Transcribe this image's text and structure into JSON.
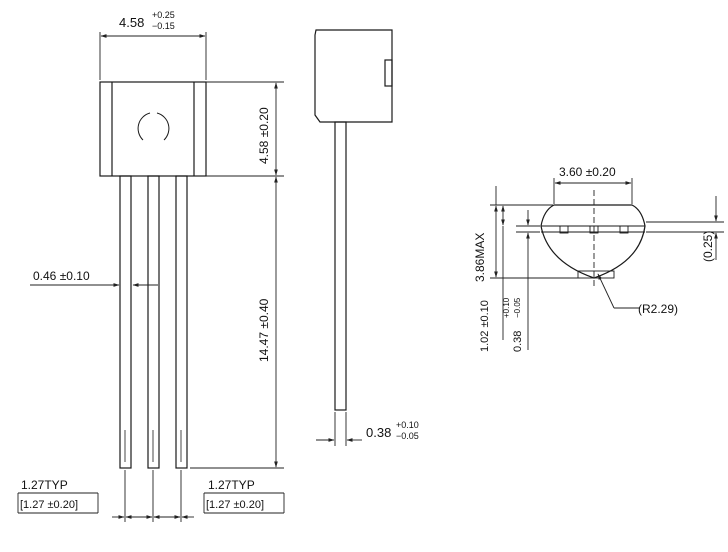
{
  "drawing": {
    "colors": {
      "line": "#1a1a1a",
      "dim": "#222222",
      "background": "#ffffff"
    },
    "front_view": {
      "body_width": {
        "value": "4.58",
        "tol_upper": "+0.25",
        "tol_lower": "−0.15"
      },
      "body_height": "4.58 ±0.20",
      "lead_length": "14.47 ±0.40",
      "lead_width": "0.46 ±0.10",
      "pitch_left": {
        "typ": "1.27TYP",
        "tol": "[1.27 ±0.20]"
      },
      "pitch_right": {
        "typ": "1.27TYP",
        "tol": "[1.27 ±0.20]"
      }
    },
    "side_view": {
      "lead_thickness": {
        "value": "0.38",
        "tol_upper": "+0.10",
        "tol_lower": "−0.05"
      }
    },
    "bottom_view": {
      "width": "3.60 ±0.20",
      "height_max": "3.86MAX",
      "offset": "1.02 ±0.10",
      "lead_thickness": {
        "value": "0.38",
        "tol_upper": "+0.10",
        "tol_lower": "−0.05"
      },
      "gap": "(0.25)",
      "radius": "(R2.29)"
    }
  }
}
